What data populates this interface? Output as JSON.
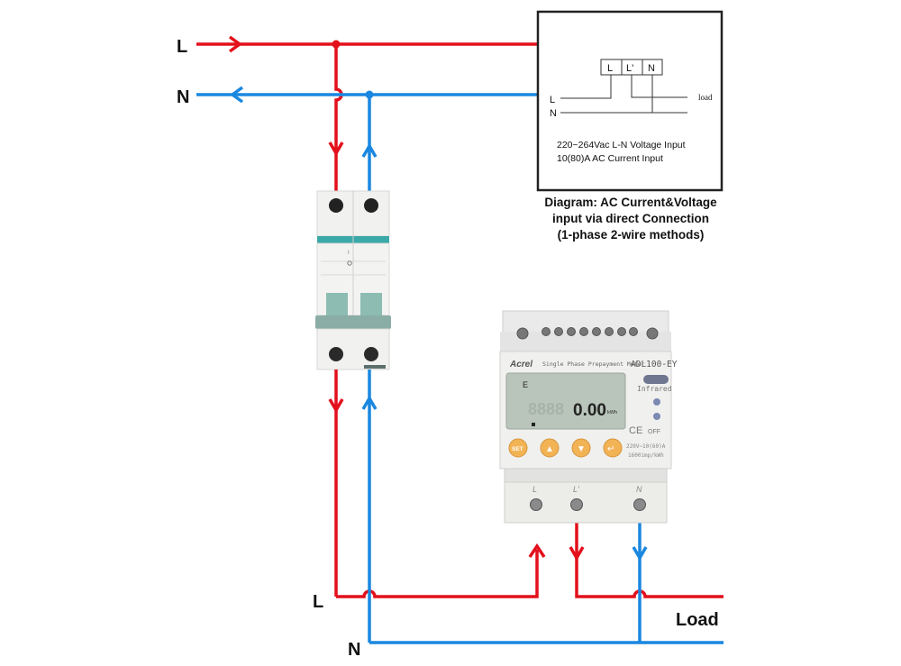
{
  "main_wiring": {
    "supply_labels": {
      "line": "L",
      "neutral": "N"
    },
    "load_labels": {
      "line": "L",
      "neutral": "N",
      "load": "Load"
    },
    "colors": {
      "line": "#e3101c",
      "neutral": "#1a87e0"
    }
  },
  "inset_diagram": {
    "terminals": [
      "L",
      "L'",
      "N"
    ],
    "line_labels": {
      "line": "L",
      "neutral": "N",
      "load": "load"
    },
    "spec_lines": [
      "220~264Vac L-N Voltage Input",
      "10(80)A AC Current Input"
    ]
  },
  "caption": {
    "lines": [
      "Diagram: AC Current&Voltage",
      "input via direct Connection",
      "(1-phase 2-wire methods)"
    ]
  },
  "meter": {
    "brand": "Acrel",
    "description": "Single Phase Prepayment Meter",
    "model": "ADL100-EY",
    "display_value": "0.00",
    "display_unit": "kWh",
    "display_indicator": "E",
    "infrared_label": "Infrared",
    "off_label": "OFF",
    "ce_mark": "CE",
    "buttons": [
      "SET",
      "▲",
      "▼",
      "↵"
    ],
    "rating": "220V~10(60)A",
    "constant": "1600imp/kWh",
    "terminals": [
      "L",
      "L'",
      "N"
    ]
  },
  "breaker": {
    "switch_mark_on": "I",
    "switch_mark_off": "O"
  }
}
